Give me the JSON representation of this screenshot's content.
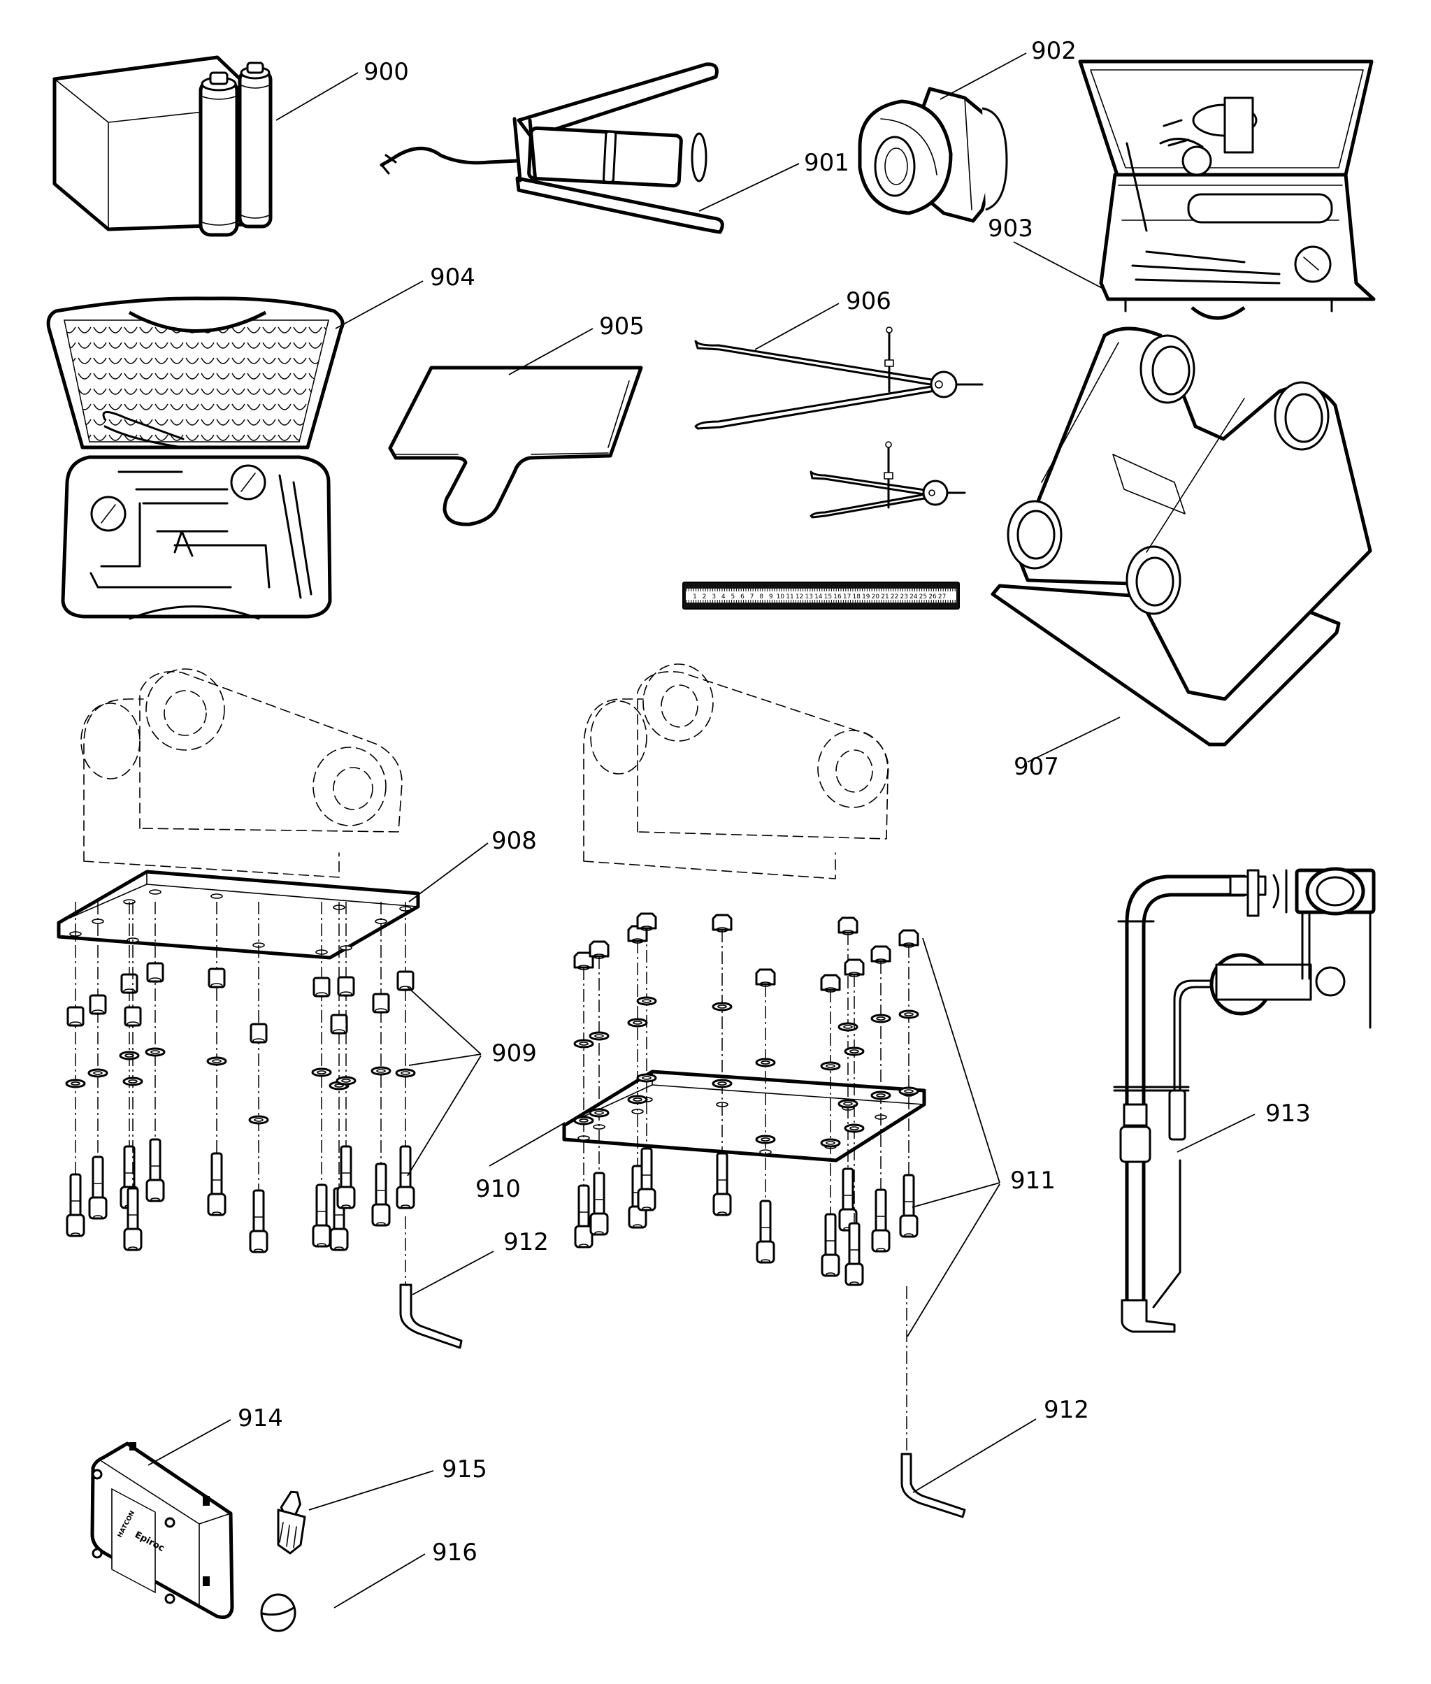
{
  "document": {
    "type": "spare-parts exploded view",
    "colors": {
      "ink": "#000000",
      "paper": "#ffffff"
    }
  },
  "callouts": [
    {
      "id": "900",
      "label": "900",
      "part": "grease cartridges and box"
    },
    {
      "id": "901",
      "label": "901",
      "part": "lever grease gun"
    },
    {
      "id": "902",
      "label": "902",
      "part": "hex adapter fitting"
    },
    {
      "id": "903",
      "label": "903",
      "part": "gas charging kit in metal case"
    },
    {
      "id": "904",
      "label": "904",
      "part": "tool kit in plastic case"
    },
    {
      "id": "905",
      "label": "905",
      "part": "gauge plate"
    },
    {
      "id": "906",
      "label": "906",
      "part": "calipers and ruler"
    },
    {
      "id": "907",
      "label": "907",
      "part": "mounting bracket"
    },
    {
      "id": "908",
      "label": "908",
      "part": "adapter plate"
    },
    {
      "id": "909",
      "label": "909",
      "part": "bolts, washers and nuts set"
    },
    {
      "id": "910",
      "label": "910",
      "part": "adapter plate"
    },
    {
      "id": "911",
      "label": "911",
      "part": "bolts, washers and nuts set"
    },
    {
      "id": "912a",
      "label": "912",
      "part": "hex key"
    },
    {
      "id": "912b",
      "label": "912",
      "part": "hex key"
    },
    {
      "id": "913",
      "label": "913",
      "part": "pressure gauge line assembly"
    },
    {
      "id": "914",
      "label": "914",
      "part": "electronics box"
    },
    {
      "id": "915",
      "label": "915",
      "part": "torx bit"
    },
    {
      "id": "916",
      "label": "916",
      "part": "cap"
    }
  ],
  "box_914": {
    "brand": "Epiroc",
    "product": "HATCON"
  },
  "ruler_906": {
    "numbers": [
      "1",
      "2",
      "3",
      "4",
      "5",
      "6",
      "7",
      "8",
      "9",
      "10",
      "11",
      "12",
      "13",
      "14",
      "15",
      "16",
      "17",
      "18",
      "19",
      "20",
      "21",
      "22",
      "23",
      "24",
      "25",
      "26",
      "27"
    ]
  }
}
